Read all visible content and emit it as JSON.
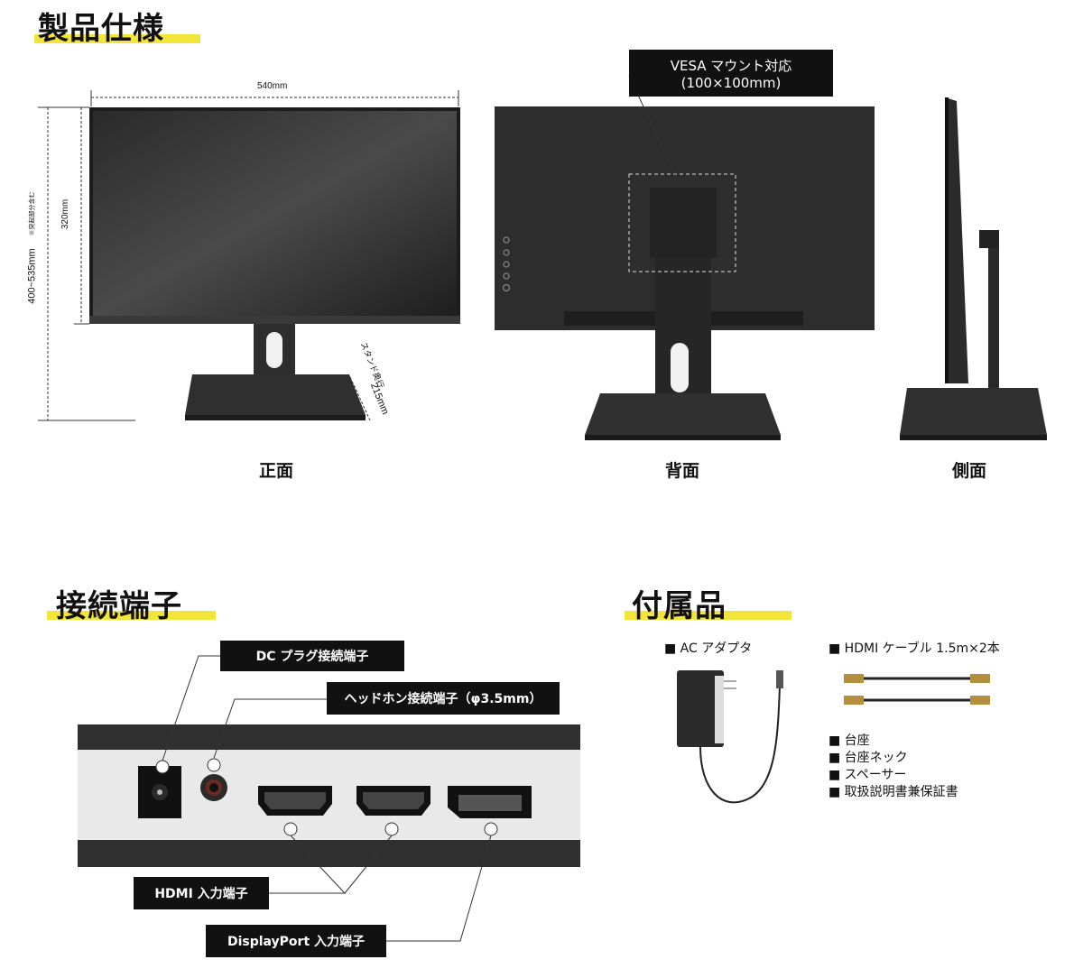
{
  "sections": {
    "spec_title": "製品仕様",
    "ports_title": "接続端子",
    "accessories_title": "付属品"
  },
  "views": {
    "front_label": "正面",
    "back_label": "背面",
    "side_label": "側面"
  },
  "dimensions": {
    "width": "540mm",
    "panel_height": "320mm",
    "total_height": "400~535mm",
    "total_height_note": "※突起部分含む",
    "stand_depth_label": "スタンド奥行",
    "stand_depth": "215mm"
  },
  "vesa": {
    "line1": "VESA マウント対応",
    "line2": "(100×100mm)"
  },
  "ports": {
    "dc": "DC プラグ接続端子",
    "headphone": "ヘッドホン接続端子（φ3.5mm）",
    "hdmi": "HDMI 入力端子",
    "displayport": "DisplayPort 入力端子"
  },
  "accessories": {
    "ac_adapter": "■ AC アダプタ",
    "hdmi_cable": "■ HDMI ケーブル 1.5m×2本",
    "list": [
      "■ 台座",
      "■ 台座ネック",
      "■ スペーサー",
      "■ 取扱説明書兼保証書"
    ]
  },
  "colors": {
    "highlight": "#f3e43a",
    "monitor_body": "#2b2b2b",
    "callout_bg": "#111111"
  }
}
